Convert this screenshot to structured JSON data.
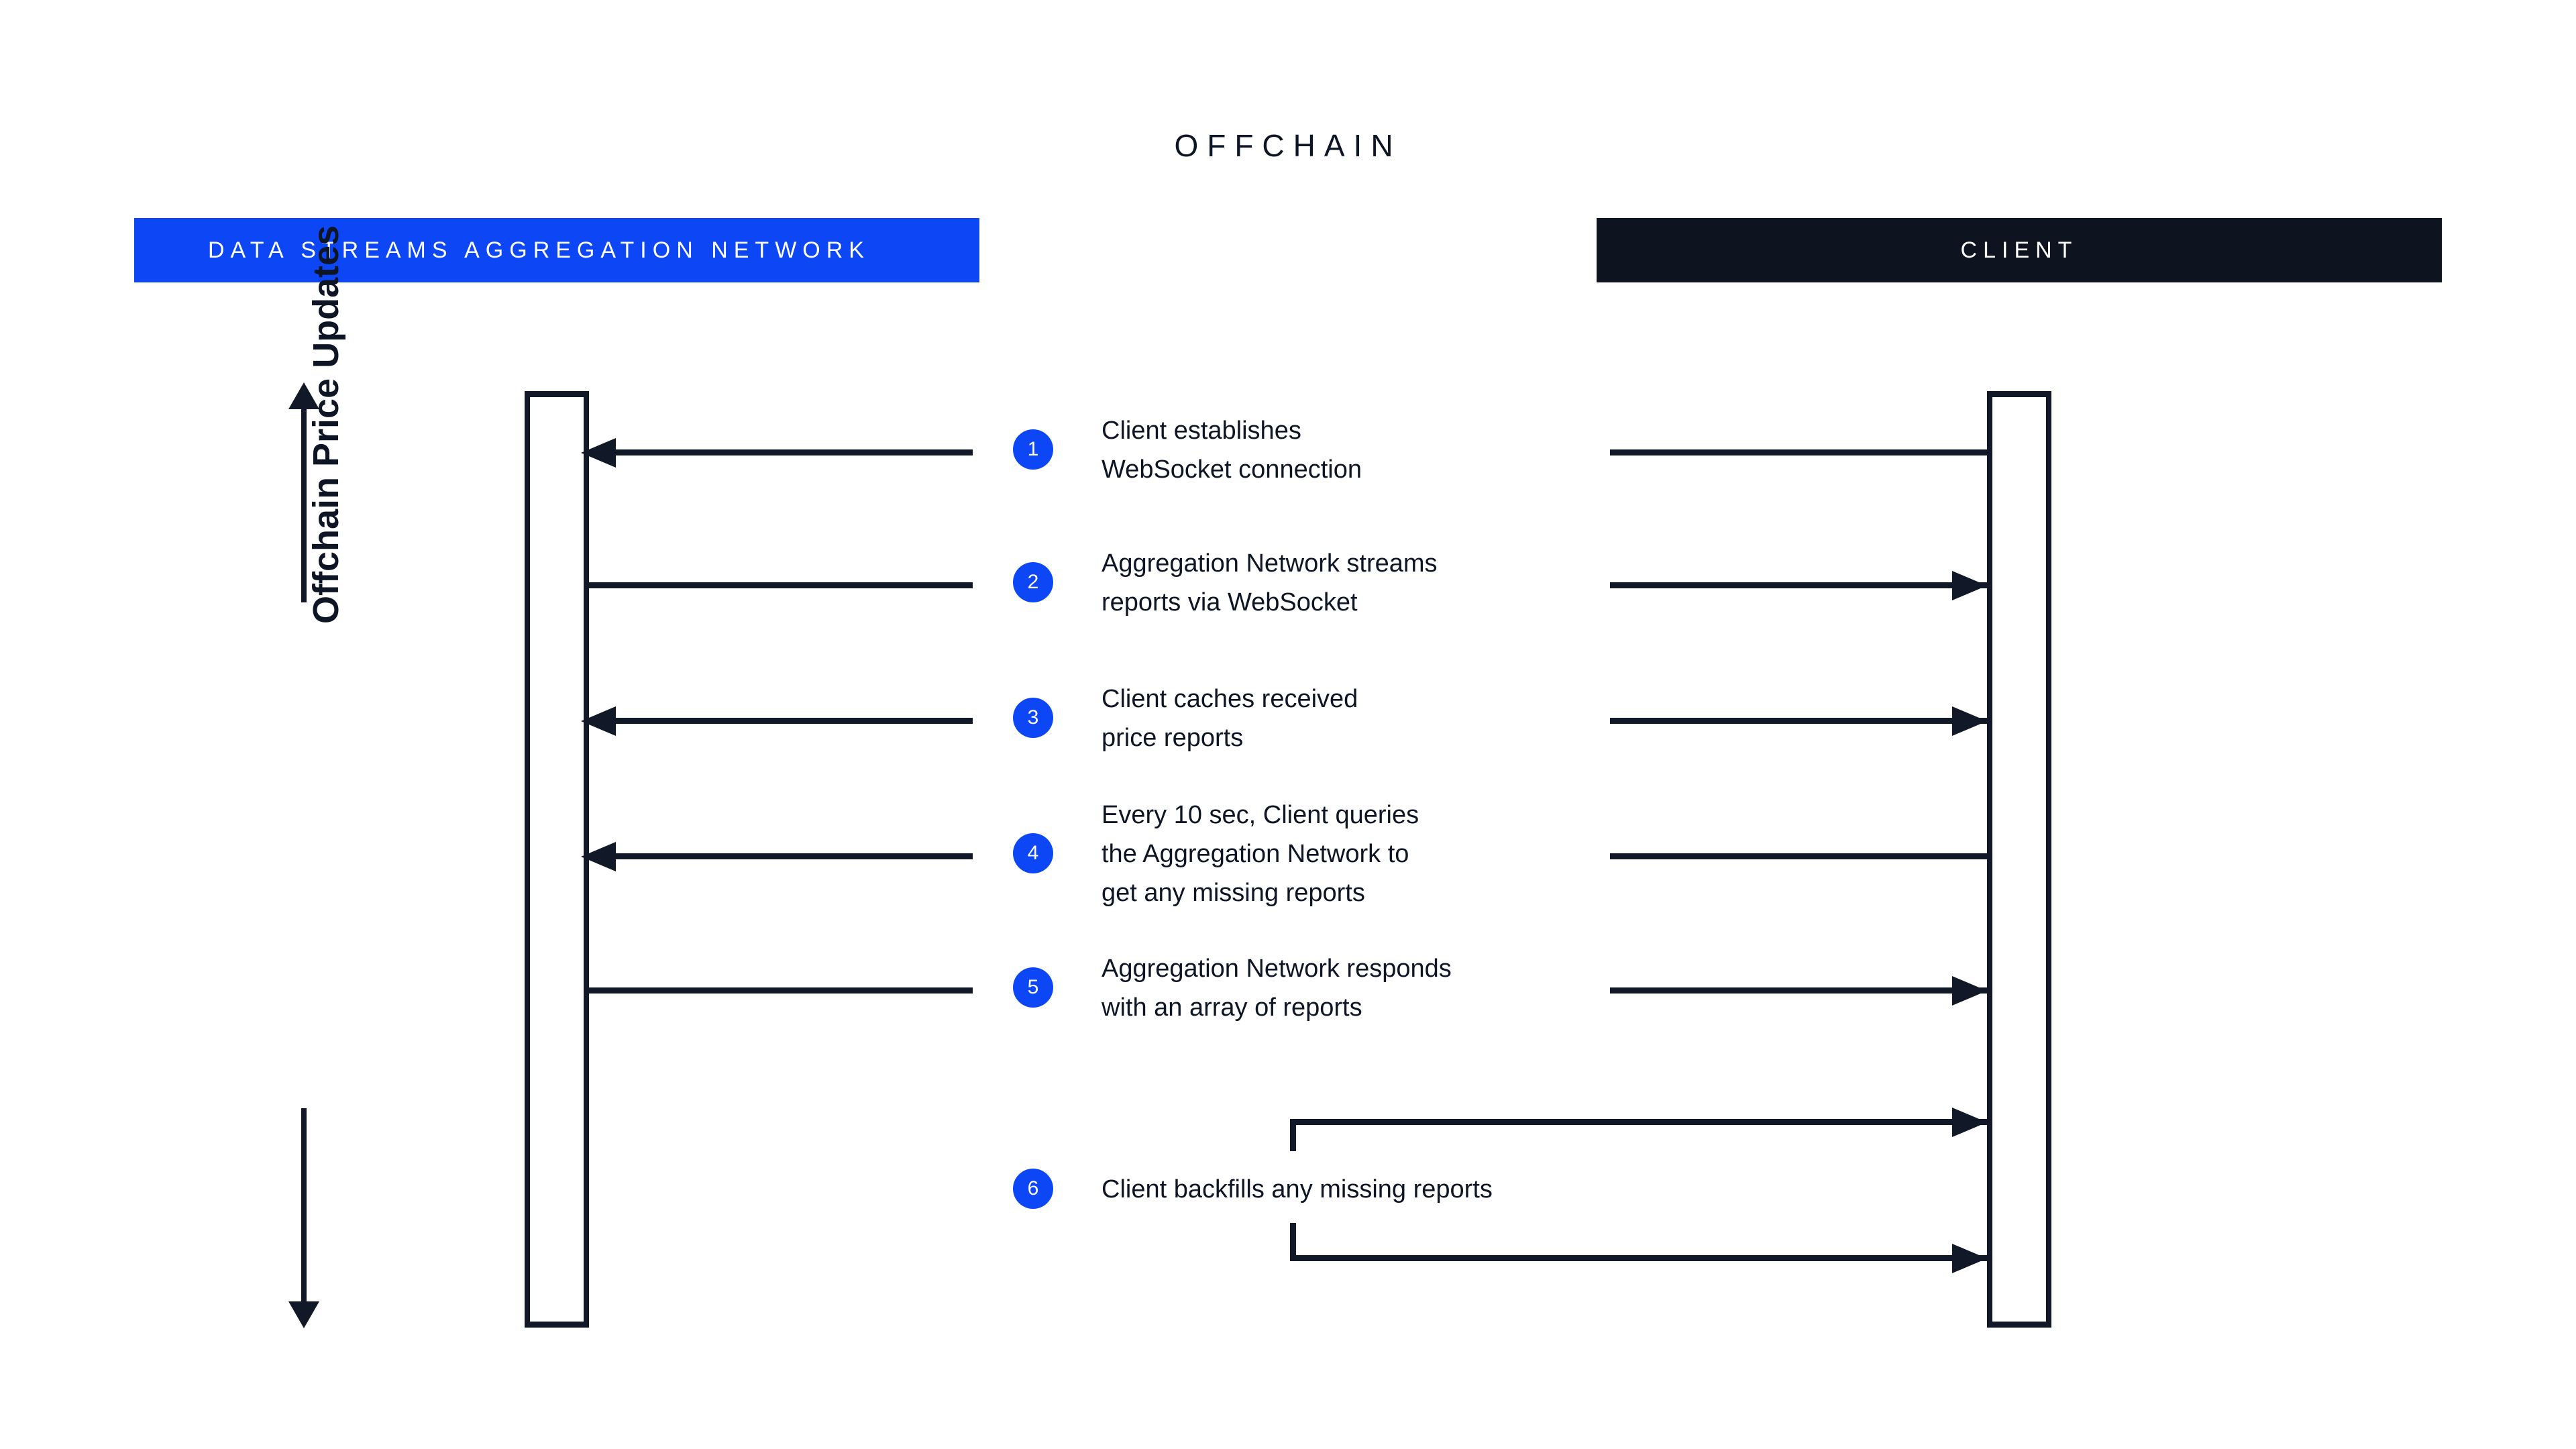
{
  "diagram": {
    "title": "OFFCHAIN",
    "background": "#ffffff",
    "accent_blue": "#0D47F5",
    "dark": "#0D131F",
    "line_color": "#111827"
  },
  "lanes": [
    {
      "id": "aggregation-network",
      "label": "DATA STREAMS AGGREGATION NETWORK",
      "color": "#0D47F5",
      "text_color": "#ffffff"
    },
    {
      "id": "client",
      "label": "CLIENT",
      "color": "#0D131F",
      "text_color": "#ffffff"
    }
  ],
  "axis": {
    "label": "Offchain Price Updates",
    "direction": "bidirectional"
  },
  "steps": [
    {
      "number": "1",
      "text": "Client establishes\nWebSocket connection",
      "left_arrow": true,
      "right_arrow": false
    },
    {
      "number": "2",
      "text": "Aggregation Network streams\nreports via WebSocket",
      "left_arrow": false,
      "right_arrow": true
    },
    {
      "number": "3",
      "text": "Client caches received\nprice reports",
      "left_arrow": true,
      "right_arrow": true
    },
    {
      "number": "4",
      "text": "Every 10 sec, Client queries\nthe Aggregation Network to\nget any missing reports",
      "left_arrow": true,
      "right_arrow": false
    },
    {
      "number": "5",
      "text": "Aggregation Network responds\nwith an array of reports",
      "left_arrow": false,
      "right_arrow": true
    },
    {
      "number": "6",
      "text": "Client backfills any missing reports",
      "left_arrow": false,
      "right_arrow": false
    }
  ]
}
